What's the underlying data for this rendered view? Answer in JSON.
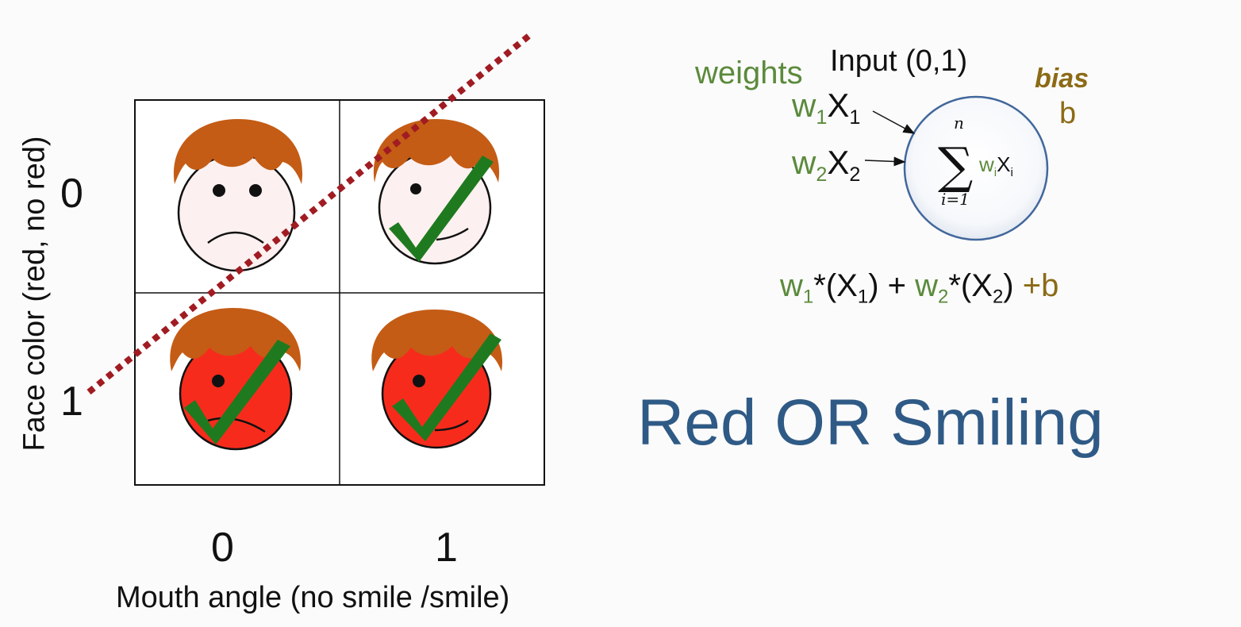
{
  "grid": {
    "y_axis_label": "Face color (red, no red)",
    "x_axis_label": "Mouth angle (no smile /smile)",
    "y_ticks": [
      "0",
      "1"
    ],
    "x_ticks": [
      "0",
      "1"
    ],
    "cells": [
      {
        "face_color": "not-red",
        "mouth": "frown",
        "checked": false
      },
      {
        "face_color": "not-red",
        "mouth": "smile",
        "checked": true
      },
      {
        "face_color": "red",
        "mouth": "frown",
        "checked": true
      },
      {
        "face_color": "red",
        "mouth": "smile",
        "checked": true
      }
    ]
  },
  "neuron": {
    "weights_label": "weights",
    "input_label": "Input (0,1)",
    "bias_label": "bias",
    "bias_symbol": "b",
    "input1": {
      "w": "w",
      "w_sub": "1",
      "x": "X",
      "x_sub": "1"
    },
    "input2": {
      "w": "w",
      "w_sub": "2",
      "x": "X",
      "x_sub": "2"
    },
    "sum_upper": "n",
    "sum_lower": "i=1",
    "sum_w": "w",
    "sum_w_sub": "i",
    "sum_x": "X",
    "sum_x_sub": "i"
  },
  "formula": {
    "w1": "w",
    "w1_sub": "1",
    "t1": "*(X",
    "x1_sub": "1",
    "t1_close": ")",
    "plus": " + ",
    "w2": "w",
    "w2_sub": "2",
    "t2": "*(X",
    "x2_sub": "2",
    "t2_close": ")",
    "bias": " +b"
  },
  "title": "Red OR Smiling",
  "colors": {
    "weights_green": "#5b8a3c",
    "bias_olive": "#8c6b16",
    "title_blue": "#2f5a86",
    "hair": "#c45c15",
    "skin": "#fdf0f0",
    "red_face": "#f72b1c",
    "check": "#1f7a1f",
    "boundary": "#a01c22",
    "neuron_stroke": "#42679c"
  }
}
